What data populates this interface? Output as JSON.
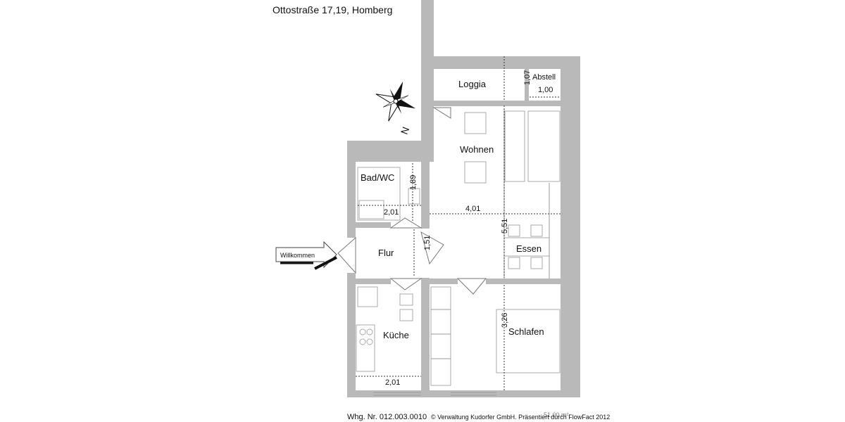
{
  "header": {
    "address": "Ottostraße 17,19, Homberg"
  },
  "rooms": {
    "loggia": "Loggia",
    "abstell": "Abstell",
    "wohnen": "Wohnen",
    "bad": "Bad/WC",
    "flur": "Flur",
    "essen": "Essen",
    "kueche": "Küche",
    "schlafen": "Schlafen"
  },
  "dimensions": {
    "loggia_depth": "1,07",
    "abstell_width": "1,00",
    "bad_height": "1,89",
    "bad_width": "2,01",
    "wohnen_width": "4,01",
    "wohnen_height": "5,51",
    "flur_height": "1,51",
    "schlafen_height": "3,26",
    "kueche_width": "2,01"
  },
  "entrance": {
    "label": "Willkommen"
  },
  "compass": {
    "label": "N"
  },
  "footer": {
    "unit": "Whg. Nr. 012.003.0010",
    "credit": "© Verwaltung Kudorfer GmbH. Präsentiert durch FlowFact 2012",
    "area": "51,00 m²"
  }
}
